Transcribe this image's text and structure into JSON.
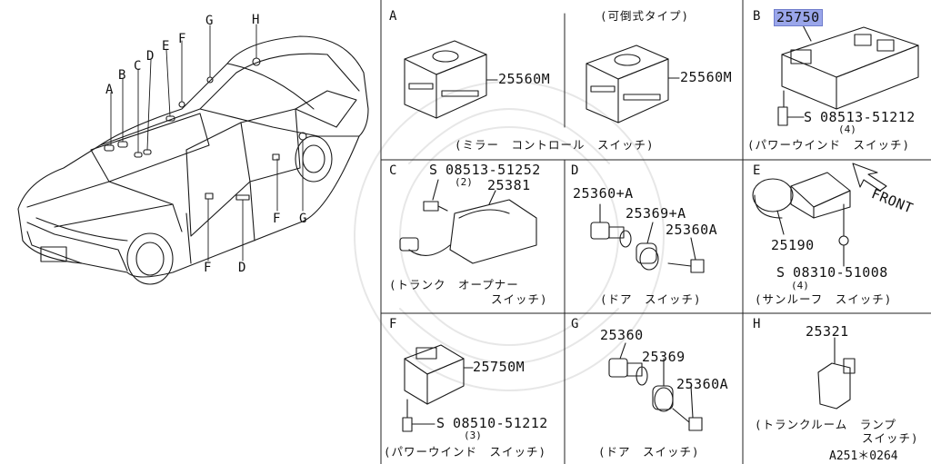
{
  "diagram": {
    "car_callouts": [
      {
        "label": "A"
      },
      {
        "label": "B"
      },
      {
        "label": "C"
      },
      {
        "label": "D"
      },
      {
        "label": "E"
      },
      {
        "label": "F"
      },
      {
        "label": "G"
      },
      {
        "label": "H"
      },
      {
        "label": "F"
      },
      {
        "label": "G"
      },
      {
        "label": "F"
      },
      {
        "label": "D"
      }
    ],
    "sections": {
      "A": {
        "letter": "A",
        "variant": "(可倒式タイプ)",
        "part1": "25560M",
        "part2": "25560M",
        "caption": "(ミラー　コントロール　スイッチ)"
      },
      "B": {
        "letter": "B",
        "part_highlight": "25750",
        "screw_num": "08513-51212",
        "screw_qty": "(4)",
        "caption": "(パワーウインド　スイッチ)"
      },
      "C": {
        "letter": "C",
        "screw_num": "08513-51252",
        "screw_qty": "(2)",
        "part": "25381",
        "caption1": "(トランク　オープナー",
        "caption2": "スイッチ)"
      },
      "D": {
        "letter": "D",
        "part1": "25360+A",
        "part2": "25369+A",
        "part3": "25360A",
        "caption": "(ドア　スイッチ)"
      },
      "E": {
        "letter": "E",
        "front": "FRONT",
        "part": "25190",
        "screw_num": "08310-51008",
        "screw_qty": "(4)",
        "caption": "(サンルーフ　スイッチ)"
      },
      "F": {
        "letter": "F",
        "part": "25750M",
        "screw_num": "08510-51212",
        "screw_qty": "(3)",
        "caption": "(パワーウインド　スイッチ)"
      },
      "G": {
        "letter": "G",
        "part1": "25360",
        "part2": "25369",
        "part3": "25360A",
        "caption": "(ドア　スイッチ)"
      },
      "H": {
        "letter": "H",
        "part": "25321",
        "caption1": "(トランクルーム　ランプ",
        "caption2": "スイッチ)",
        "ref_code": "A251＊0264"
      }
    },
    "screw_symbol": "S"
  }
}
